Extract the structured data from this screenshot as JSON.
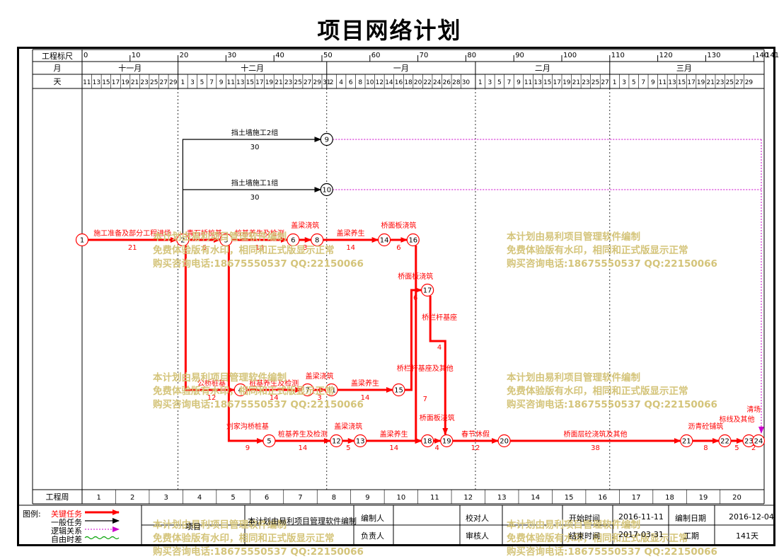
{
  "title": "项目网络计划",
  "header": {
    "scale_label": "工程标尺",
    "month_label": "月",
    "day_label": "天",
    "ruler_ticks": [
      "0",
      "10",
      "20",
      "30",
      "40",
      "50",
      "60",
      "70",
      "80",
      "90",
      "100",
      "110",
      "120",
      "130",
      "140"
    ],
    "ruler_end": "141",
    "months": [
      "十一月",
      "十二月",
      "一月",
      "二月",
      "三月"
    ],
    "days_nov": [
      "11",
      "13",
      "15",
      "17",
      "19",
      "21",
      "23",
      "25",
      "27",
      "29"
    ],
    "days_dec": [
      "1",
      "3",
      "5",
      "7",
      "9",
      "11",
      "13",
      "15",
      "17",
      "19",
      "21",
      "23",
      "25",
      "27",
      "29",
      "31"
    ],
    "days_jan": [
      "2",
      "4",
      "6",
      "8",
      "10",
      "12",
      "14",
      "16",
      "18",
      "20",
      "22",
      "24",
      "26",
      "28",
      "30"
    ],
    "days_feb": [
      "1",
      "3",
      "5",
      "7",
      "9",
      "11",
      "13",
      "15",
      "17",
      "19",
      "21",
      "23",
      "25",
      "27"
    ],
    "days_mar": [
      "1",
      "3",
      "5",
      "7",
      "9",
      "11",
      "13",
      "15",
      "17",
      "19",
      "21",
      "23",
      "25",
      "27",
      "29"
    ]
  },
  "weeks_label": "工程周",
  "weeks": [
    "1",
    "2",
    "3",
    "4",
    "5",
    "6",
    "7",
    "8",
    "9",
    "10",
    "11",
    "12",
    "13",
    "14",
    "15",
    "16",
    "17",
    "18",
    "19",
    "20"
  ],
  "tasks": [
    {
      "name": "挡土墙施工2组",
      "duration": "30"
    },
    {
      "name": "挡土墙施工1组",
      "duration": "30"
    },
    {
      "name": "施工准备及部分工程进场",
      "duration": "21"
    },
    {
      "name": "青石桥桩基",
      "duration": "6"
    },
    {
      "name": "桩基养生及检测",
      "duration": "14"
    },
    {
      "name": "盖梁浇筑",
      "duration": "3"
    },
    {
      "name": "盖梁养生",
      "duration": "14"
    },
    {
      "name": "桥面板浇筑",
      "duration": "6"
    },
    {
      "name": "桥面板浇筑",
      "duration": "6"
    },
    {
      "name": "桥栏杆基座",
      "duration": "4"
    },
    {
      "name": "桥栏杆基座及其他",
      "duration": "7"
    },
    {
      "name": "公桥桩基",
      "duration": "12"
    },
    {
      "name": "桩基养生及检测",
      "duration": "14"
    },
    {
      "name": "盖梁浇筑",
      "duration": "3"
    },
    {
      "name": "盖梁养生",
      "duration": "14"
    },
    {
      "name": "刘家沟桥桩基",
      "duration": "9"
    },
    {
      "name": "桩基养生及检测",
      "duration": "14"
    },
    {
      "name": "盖梁浇筑",
      "duration": "5"
    },
    {
      "name": "盖梁养生",
      "duration": "14"
    },
    {
      "name": "桥面板浇筑",
      "duration": "4"
    },
    {
      "name": "春节休假",
      "duration": "12"
    },
    {
      "name": "桥面层砼浇筑及其他",
      "duration": "38"
    },
    {
      "name": "沥青砼铺筑",
      "duration": "8"
    },
    {
      "name": "标线及其他",
      "duration": "5"
    },
    {
      "name": "清场",
      "duration": "2"
    }
  ],
  "nodes": [
    "1",
    "2",
    "3",
    "4",
    "5",
    "6",
    "7",
    "8",
    "9",
    "10",
    "11",
    "12",
    "13",
    "14",
    "15",
    "16",
    "17",
    "18",
    "19",
    "20",
    "21",
    "22",
    "23",
    "24"
  ],
  "watermark": {
    "line1": "本计划由易利项目管理软件编制",
    "line2": "免费体验版有水印，相同和正式版显示正常",
    "line3": "购买咨询电话:18675550537 QQ:22150066"
  },
  "footer": {
    "legend_title": "图例:",
    "legend_items": [
      "关键任务",
      "一般任务",
      "逻辑关系",
      "自由时差"
    ],
    "project_label": "项目",
    "software_note": "本计划由易利项目管理软件编制",
    "prepared_label": "编制人",
    "checker_label": "校对人",
    "owner_label": "负责人",
    "auditor_label": "审核人",
    "start_label": "开始时间",
    "start_value": "2016-11-11",
    "end_label": "结束时间",
    "end_value": "2017-03-31",
    "compile_label": "编制日期",
    "compile_value": "2016-12-04",
    "duration_label": "工期",
    "duration_value": "141天"
  },
  "colors": {
    "critical": "#ff0000",
    "normal": "#000000",
    "logic": "#cc00cc",
    "float": "#00a000",
    "watermark": "#d4c47a"
  }
}
